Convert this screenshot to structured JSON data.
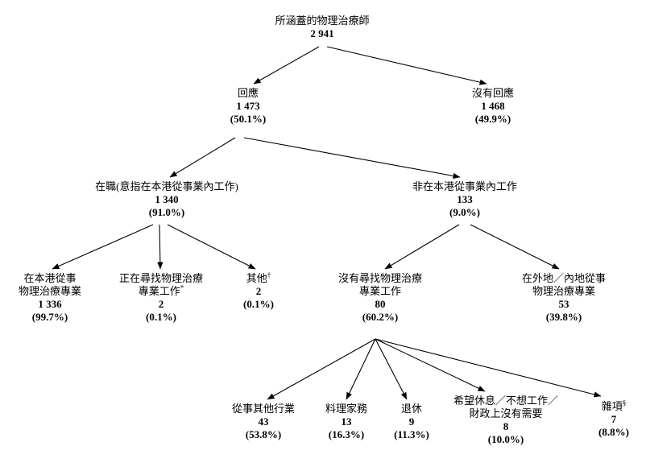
{
  "nodes": {
    "total": {
      "label": "所涵蓋的物理治療師",
      "value": "2 941"
    },
    "responded": {
      "label": "回應",
      "value": "1 473",
      "pct": "(50.1%)"
    },
    "no_response": {
      "label": "沒有回應",
      "value": "1 468",
      "pct": "(49.9%)"
    },
    "employed": {
      "label": "在職(意指在本港從事業內工作)",
      "value": "1 340",
      "pct": "(91.0%)"
    },
    "not_working_hk": {
      "label": "非在本港從事業內工作",
      "value": "133",
      "pct": "(9.0%)"
    },
    "practising_hk": {
      "label1": "在本港從事",
      "label2": "物理治療專業",
      "value": "1 336",
      "pct": "(99.7%)"
    },
    "seeking_work": {
      "label1": "正在尋找物理治療",
      "label2": "專業工作",
      "mark": "*",
      "value": "2",
      "pct": "(0.1%)"
    },
    "others": {
      "label": "其他",
      "mark": "†",
      "value": "2",
      "pct": "(0.1%)"
    },
    "not_seeking": {
      "label1": "沒有尋找物理治療",
      "label2": "專業工作",
      "value": "80",
      "pct": "(60.2%)"
    },
    "abroad": {
      "label1": "在外地／內地從事",
      "label2": "物理治療專業",
      "value": "53",
      "pct": "(39.8%)"
    },
    "other_industry": {
      "label": "從事其他行業",
      "value": "43",
      "pct": "(53.8%)"
    },
    "housework": {
      "label": "料理家務",
      "value": "13",
      "pct": "(16.3%)"
    },
    "retired": {
      "label": "退休",
      "value": "9",
      "pct": "(11.3%)"
    },
    "rest": {
      "label1": "希望休息／不想工作／",
      "label2": "財政上沒有需要",
      "value": "8",
      "pct": "(10.0%)"
    },
    "misc": {
      "label": "雜項",
      "mark": "§",
      "value": "7",
      "pct": "(8.8%)"
    }
  }
}
